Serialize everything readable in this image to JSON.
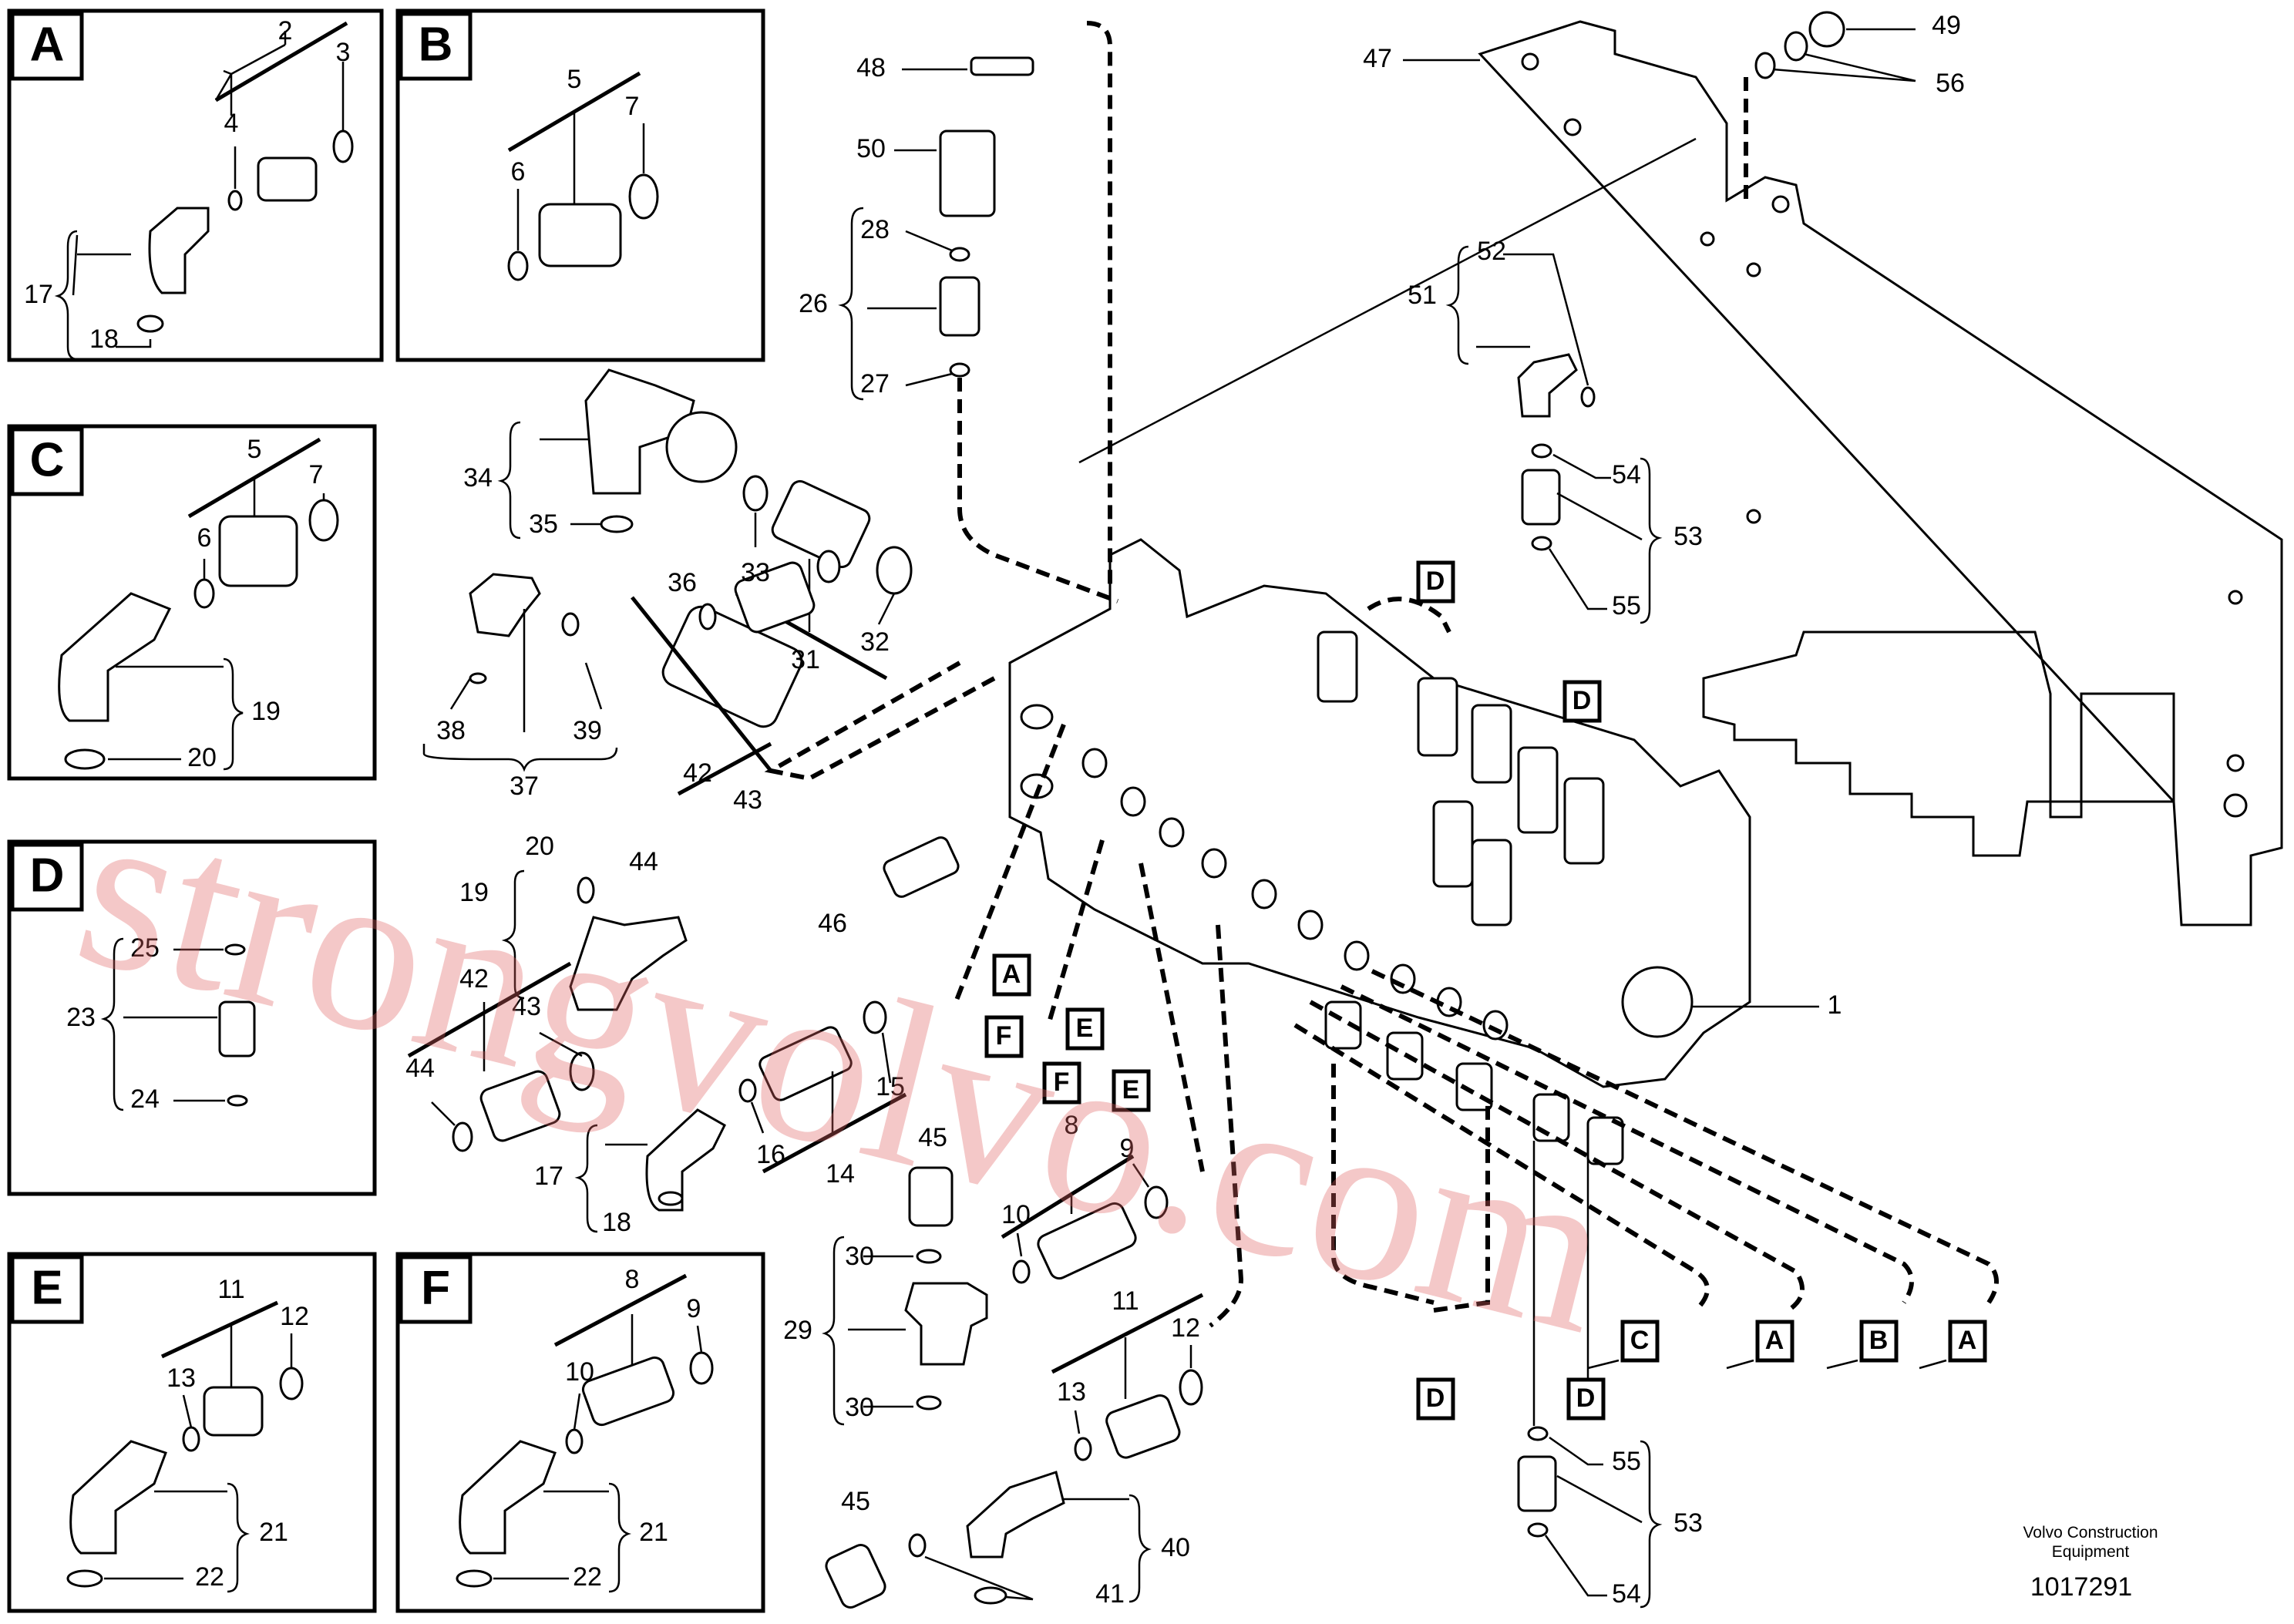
{
  "insets": [
    {
      "id": "A",
      "letter": "A",
      "callouts": [
        "2",
        "3",
        "4",
        "17",
        "18"
      ]
    },
    {
      "id": "B",
      "letter": "B",
      "callouts": [
        "5",
        "7",
        "6"
      ]
    },
    {
      "id": "C",
      "letter": "C",
      "callouts": [
        "5",
        "6",
        "7",
        "19",
        "20"
      ]
    },
    {
      "id": "D",
      "letter": "D",
      "callouts": [
        "25",
        "23",
        "24"
      ]
    },
    {
      "id": "E",
      "letter": "E",
      "callouts": [
        "11",
        "12",
        "13",
        "21",
        "22"
      ]
    },
    {
      "id": "F",
      "letter": "F",
      "callouts": [
        "8",
        "9",
        "10",
        "21",
        "22"
      ]
    }
  ],
  "main_callouts": [
    "48",
    "50",
    "28",
    "26",
    "27",
    "47",
    "49",
    "56",
    "52",
    "51",
    "54",
    "53",
    "55",
    "34",
    "35",
    "33",
    "36",
    "31",
    "32",
    "38",
    "39",
    "37",
    "42",
    "43",
    "20",
    "19",
    "44",
    "46",
    "42",
    "43",
    "44",
    "17",
    "18",
    "16",
    "14",
    "15",
    "45",
    "8",
    "9",
    "10",
    "29",
    "30",
    "30",
    "11",
    "12",
    "13",
    "45",
    "40",
    "41",
    "1",
    "55",
    "53",
    "54"
  ],
  "reference_labels": [
    "D",
    "D",
    "D",
    "D",
    "A",
    "F",
    "E",
    "F",
    "E",
    "C",
    "A",
    "B",
    "A"
  ],
  "watermark": "strongvolvo.com",
  "credit": {
    "line1": "Volvo Construction",
    "line2": "Equipment"
  },
  "drawing_number": "1017291"
}
